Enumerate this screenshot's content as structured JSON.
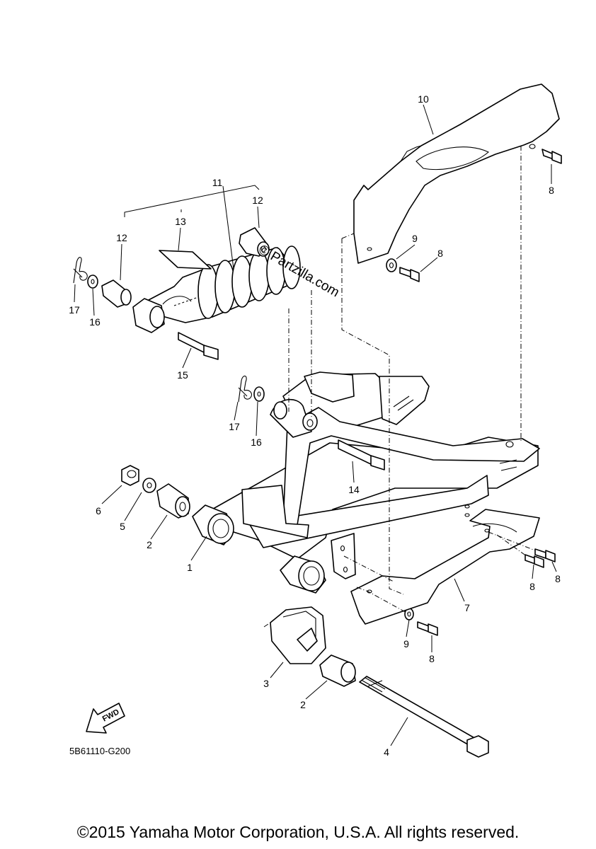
{
  "diagram": {
    "callouts": {
      "c1": "1",
      "c2a": "2",
      "c2b": "2",
      "c3": "3",
      "c4": "4",
      "c5": "5",
      "c6": "6",
      "c7": "7",
      "c8a": "8",
      "c8b": "8",
      "c8c": "8",
      "c8d": "8",
      "c8e": "8",
      "c9a": "9",
      "c9b": "9",
      "c10": "10",
      "c11": "11",
      "c12a": "12",
      "c12b": "12",
      "c13": "13",
      "c14": "14",
      "c15": "15",
      "c16a": "16",
      "c16b": "16",
      "c17a": "17",
      "c17b": "17"
    },
    "drawing_code": "5B61110-G200",
    "fwd_label": "FWD",
    "watermark": "© Partzilla.com"
  },
  "footer": {
    "copyright": "©2015 Yamaha Motor Corporation, U.S.A. All rights reserved."
  }
}
